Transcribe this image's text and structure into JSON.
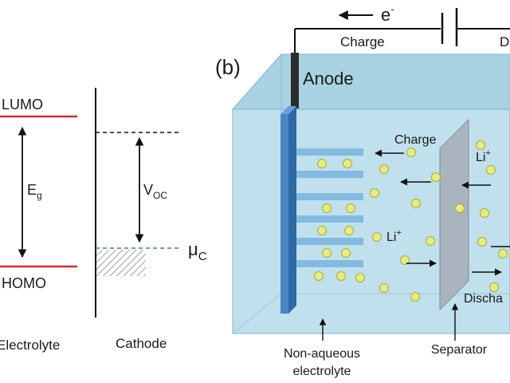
{
  "panel_b_label": "(b)",
  "energy_diagram": {
    "lumo": "LUMO",
    "homo": "HOMO",
    "eg_main": "E",
    "eg_sub": "g",
    "voc_main": "V",
    "voc_sub": "OC",
    "mu_main": "μ",
    "mu_sub": "C",
    "electrolyte_label": "Electrolyte",
    "cathode_label": "Cathode"
  },
  "cell": {
    "electron_label": "e",
    "electron_sup": "-",
    "charge_top": "Charge",
    "discharge_top": "D",
    "anode_label": "Anode",
    "charge_inner": "Charge",
    "li_upper_main": "Li",
    "li_upper_sup": "+",
    "li_mid_main": "Li",
    "li_mid_sup": "+",
    "discharge_inner": "Discha",
    "callout_electrolyte_line1": "Non-aqueous",
    "callout_electrolyte_line2": "electrolyte",
    "callout_separator": "Separator"
  },
  "colors": {
    "level_line": "#d62b2b",
    "tank_face": "#bfe0ec",
    "tank_top": "#a9d2e2",
    "anode_blue": "#4a86c4",
    "graphite": "#7ab4e0",
    "separator": "#a7b0ba",
    "li_ion": "#e7ec7c"
  }
}
